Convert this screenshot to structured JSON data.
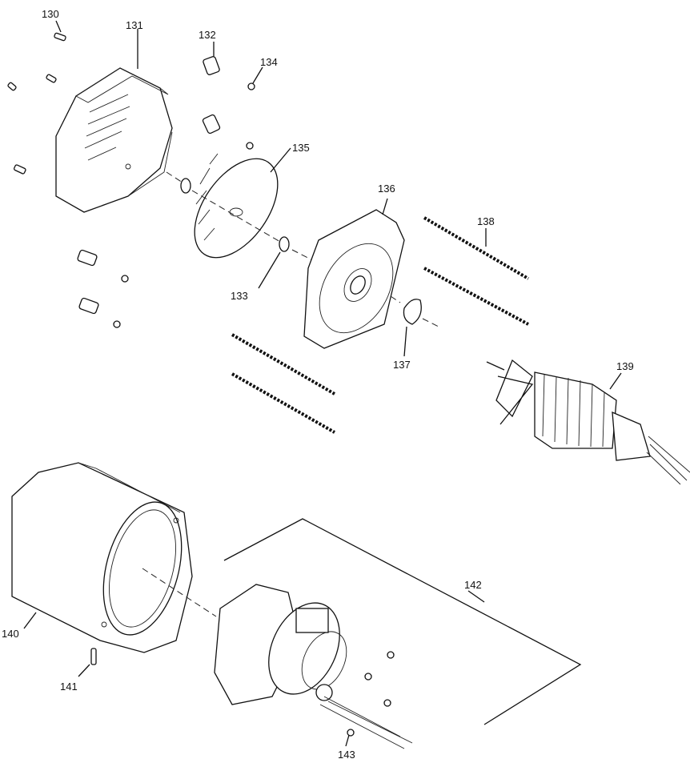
{
  "labels": {
    "p130": "130",
    "p131": "131",
    "p132": "132",
    "p133": "133",
    "p134": "134",
    "p135": "135",
    "p136": "136",
    "p137": "137",
    "p138": "138",
    "p139": "139",
    "p140": "140",
    "p141": "141",
    "p142": "142",
    "p143": "143"
  }
}
